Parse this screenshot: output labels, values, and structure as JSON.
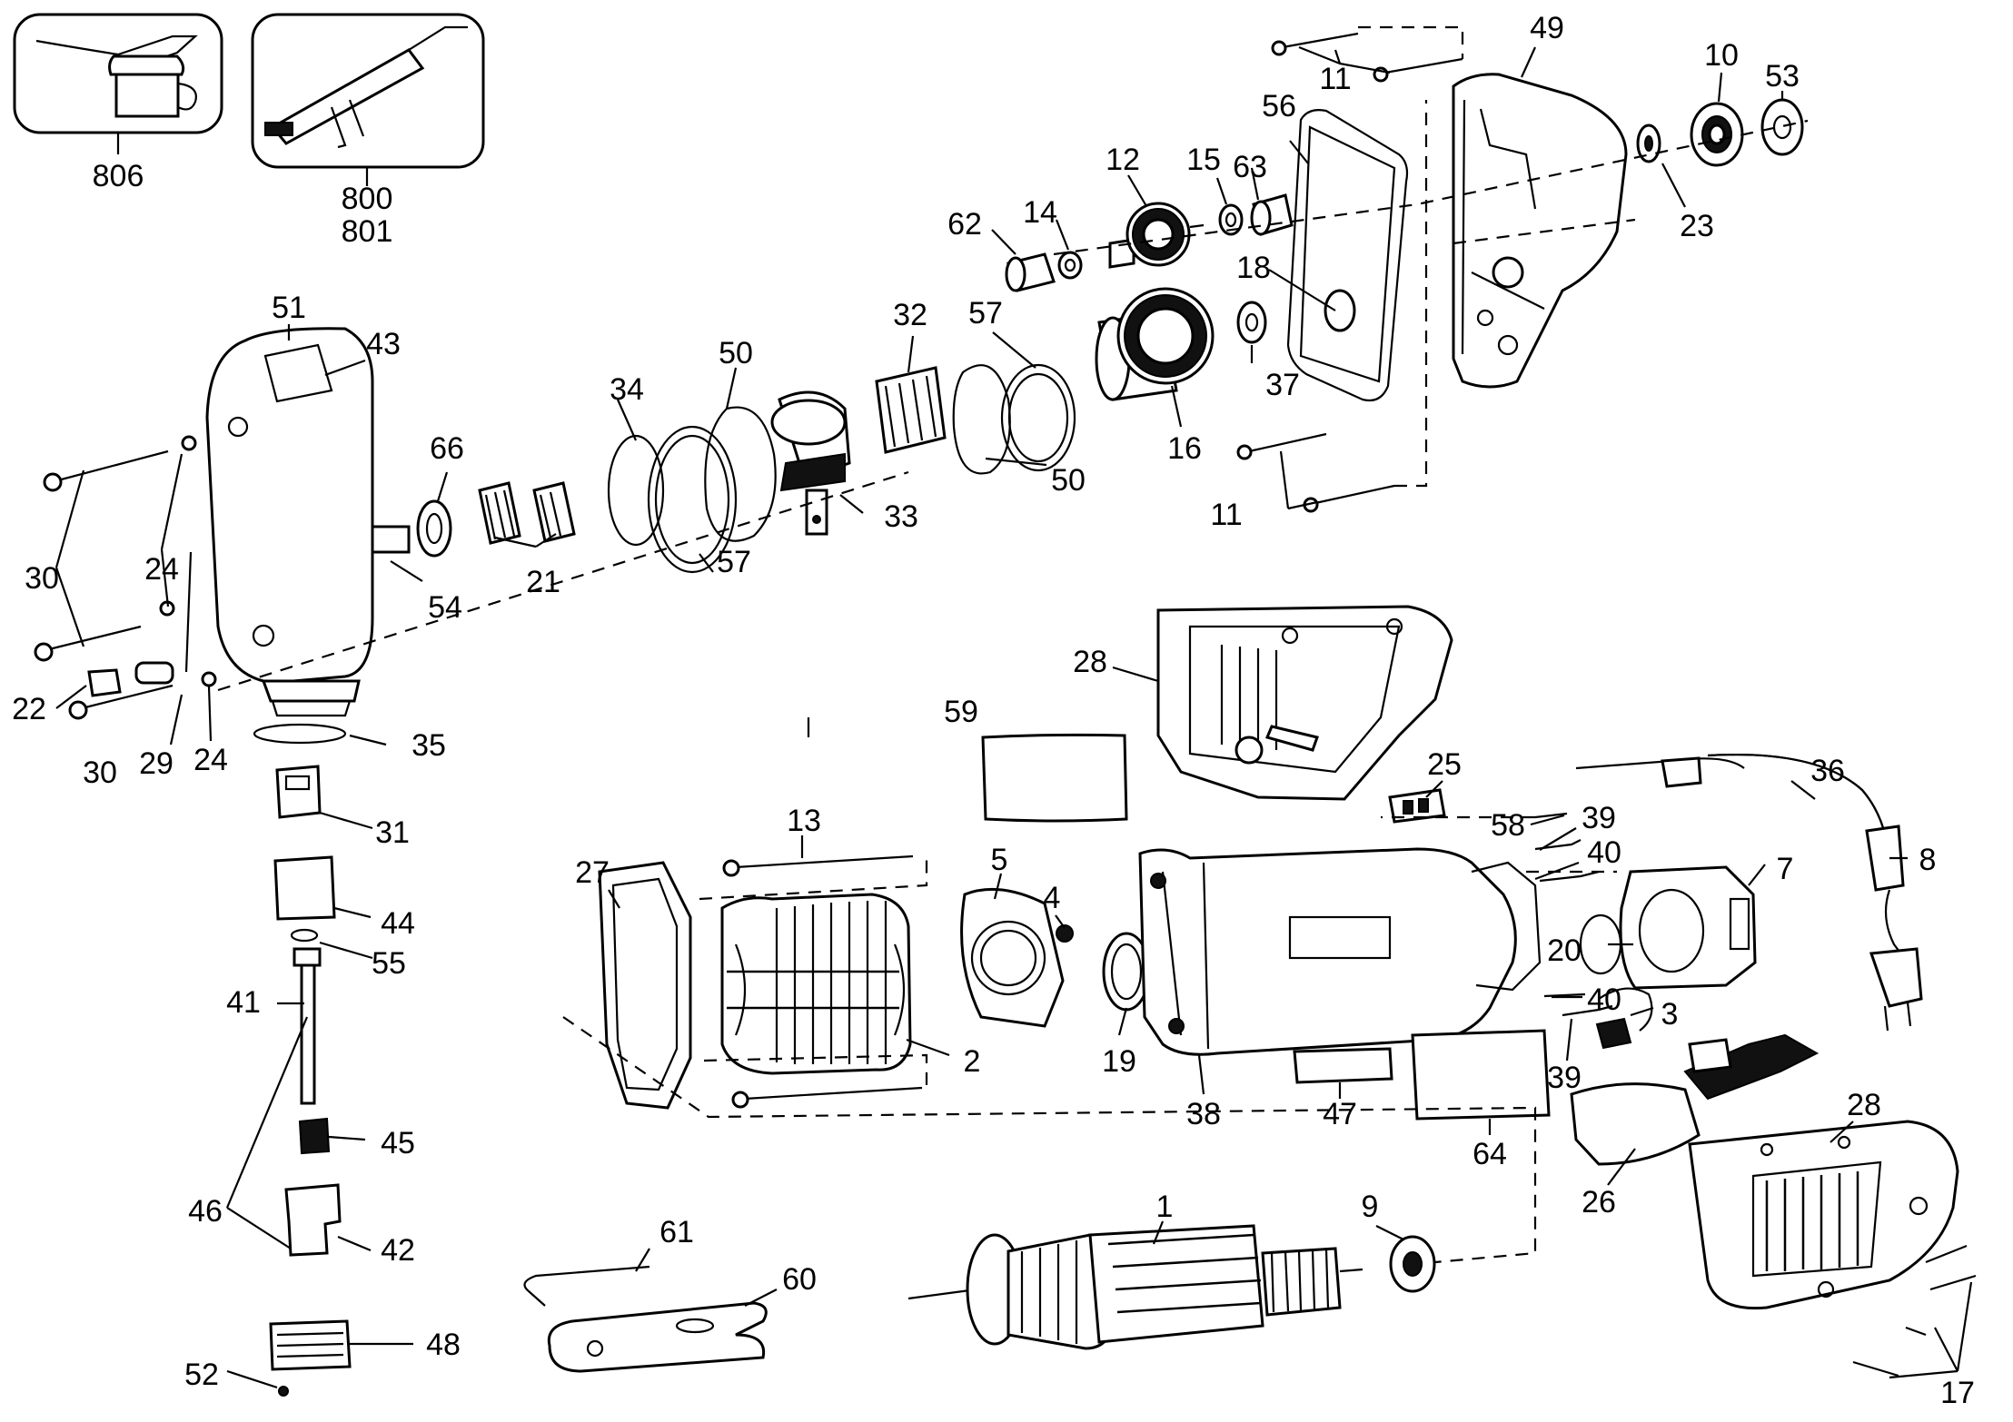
{
  "diagram": {
    "labels": [
      {
        "id": "p806",
        "text": "806"
      },
      {
        "id": "p800",
        "text": "800"
      },
      {
        "id": "p801",
        "text": "801"
      },
      {
        "id": "p51",
        "text": "51"
      },
      {
        "id": "p43",
        "text": "43"
      },
      {
        "id": "p30a",
        "text": "30"
      },
      {
        "id": "p24a",
        "text": "24"
      },
      {
        "id": "p22",
        "text": "22"
      },
      {
        "id": "p30b",
        "text": "30"
      },
      {
        "id": "p29",
        "text": "29"
      },
      {
        "id": "p24b",
        "text": "24"
      },
      {
        "id": "p54",
        "text": "54"
      },
      {
        "id": "p66",
        "text": "66"
      },
      {
        "id": "p21",
        "text": "21"
      },
      {
        "id": "p34",
        "text": "34"
      },
      {
        "id": "p50a",
        "text": "50"
      },
      {
        "id": "p57a",
        "text": "57"
      },
      {
        "id": "p33",
        "text": "33"
      },
      {
        "id": "p32",
        "text": "32"
      },
      {
        "id": "p57b",
        "text": "57"
      },
      {
        "id": "p50b",
        "text": "50"
      },
      {
        "id": "p62",
        "text": "62"
      },
      {
        "id": "p14",
        "text": "14"
      },
      {
        "id": "p12",
        "text": "12"
      },
      {
        "id": "p15",
        "text": "15"
      },
      {
        "id": "p63",
        "text": "63"
      },
      {
        "id": "p18",
        "text": "18"
      },
      {
        "id": "p16",
        "text": "16"
      },
      {
        "id": "p37",
        "text": "37"
      },
      {
        "id": "p56",
        "text": "56"
      },
      {
        "id": "p11a",
        "text": "11"
      },
      {
        "id": "p11b",
        "text": "11"
      },
      {
        "id": "p49",
        "text": "49"
      },
      {
        "id": "p10",
        "text": "10"
      },
      {
        "id": "p53",
        "text": "53"
      },
      {
        "id": "p23",
        "text": "23"
      },
      {
        "id": "p35",
        "text": "35"
      },
      {
        "id": "p31",
        "text": "31"
      },
      {
        "id": "p44",
        "text": "44"
      },
      {
        "id": "p55",
        "text": "55"
      },
      {
        "id": "p41",
        "text": "41"
      },
      {
        "id": "p45",
        "text": "45"
      },
      {
        "id": "p46",
        "text": "46"
      },
      {
        "id": "p42",
        "text": "42"
      },
      {
        "id": "p48",
        "text": "48"
      },
      {
        "id": "p52",
        "text": "52"
      },
      {
        "id": "p28a",
        "text": "28"
      },
      {
        "id": "p59",
        "text": "59"
      },
      {
        "id": "p13",
        "text": "13"
      },
      {
        "id": "p27",
        "text": "27"
      },
      {
        "id": "p5",
        "text": "5"
      },
      {
        "id": "p4",
        "text": "4"
      },
      {
        "id": "p2",
        "text": "2"
      },
      {
        "id": "p19",
        "text": "19"
      },
      {
        "id": "p25",
        "text": "25"
      },
      {
        "id": "p36",
        "text": "36"
      },
      {
        "id": "p58",
        "text": "58"
      },
      {
        "id": "p39a",
        "text": "39"
      },
      {
        "id": "p40a",
        "text": "40"
      },
      {
        "id": "p7",
        "text": "7"
      },
      {
        "id": "p8",
        "text": "8"
      },
      {
        "id": "p20",
        "text": "20"
      },
      {
        "id": "p40b",
        "text": "40"
      },
      {
        "id": "p3",
        "text": "3"
      },
      {
        "id": "p39b",
        "text": "39"
      },
      {
        "id": "p38",
        "text": "38"
      },
      {
        "id": "p47",
        "text": "47"
      },
      {
        "id": "p64",
        "text": "64"
      },
      {
        "id": "p26",
        "text": "26"
      },
      {
        "id": "p28b",
        "text": "28"
      },
      {
        "id": "p1",
        "text": "1"
      },
      {
        "id": "p9",
        "text": "9"
      },
      {
        "id": "p61",
        "text": "61"
      },
      {
        "id": "p60",
        "text": "60"
      },
      {
        "id": "p17",
        "text": "17"
      }
    ]
  }
}
